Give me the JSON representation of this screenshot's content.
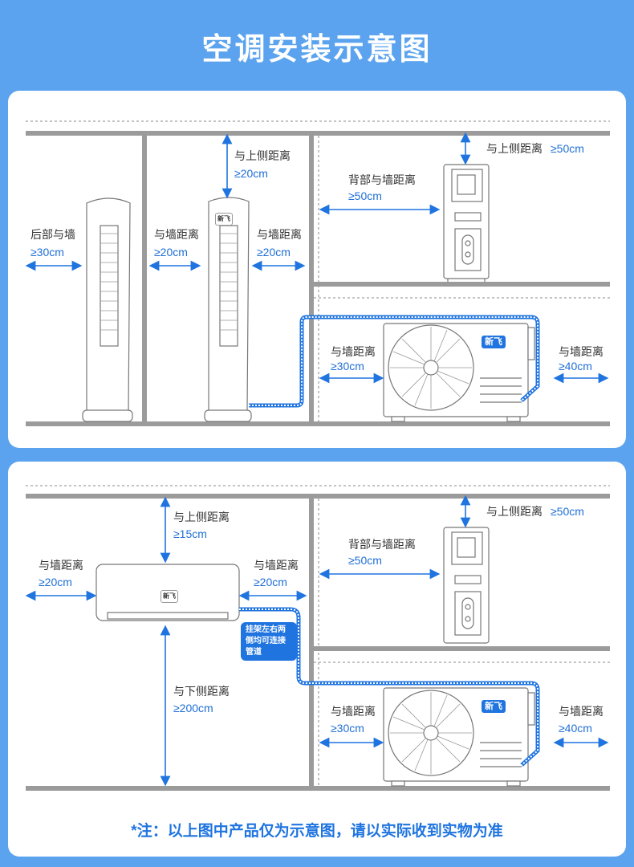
{
  "title": "空调安装示意图",
  "colors": {
    "background": "#5ba3ee",
    "accent": "#1f74e0",
    "wall": "#9b9b9b",
    "pipe": "#1f74e0"
  },
  "top_panel": {
    "tower_left": {
      "label": "后部与墙",
      "value": "≥30cm"
    },
    "tower_mid_left": {
      "label": "与墙距离",
      "value": "≥20cm"
    },
    "tower_top": {
      "label": "与上侧距离",
      "value": "≥20cm"
    },
    "tower_mid_right": {
      "label": "与墙距离",
      "value": "≥20cm"
    },
    "tower_logo": "新飞",
    "indoor_side_top": {
      "label": "与上侧距离",
      "value": "≥50cm"
    },
    "indoor_side_back": {
      "label": "背部与墙距离",
      "value": "≥50cm"
    },
    "outdoor_left": {
      "label": "与墙距离",
      "value": "≥30cm"
    },
    "outdoor_right": {
      "label": "与墙距离",
      "value": "≥40cm"
    },
    "outdoor_brand": "新飞"
  },
  "bottom_panel": {
    "wall_unit_top": {
      "label": "与上侧距离",
      "value": "≥15cm"
    },
    "wall_unit_left": {
      "label": "与墙距离",
      "value": "≥20cm"
    },
    "wall_unit_right": {
      "label": "与墙距离",
      "value": "≥20cm"
    },
    "wall_unit_bottom": {
      "label": "与下侧距离",
      "value": "≥200cm"
    },
    "wall_unit_logo": "新飞",
    "bracket_note": "挂架左右两侧均可连接管道",
    "indoor_side_top": {
      "label": "与上侧距离",
      "value": "≥50cm"
    },
    "indoor_side_back": {
      "label": "背部与墙距离",
      "value": "≥50cm"
    },
    "outdoor_left": {
      "label": "与墙距离",
      "value": "≥30cm"
    },
    "outdoor_right": {
      "label": "与墙距离",
      "value": "≥40cm"
    },
    "outdoor_brand": "新飞"
  },
  "footnote": "*注：以上图中产品仅为示意图，请以实际收到实物为准"
}
